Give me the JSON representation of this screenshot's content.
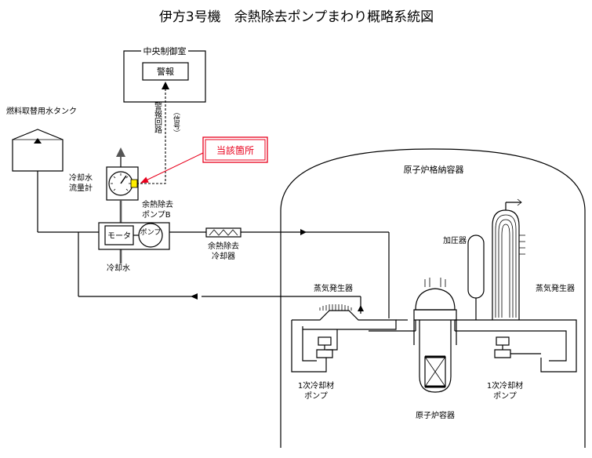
{
  "title": "伊方3号機　余熱除去ポンプまわり概略系統図",
  "labels": {
    "control_room": "中央制御室",
    "alarm": "警報",
    "alarm_circuit": "警報回路",
    "alarm_circuit_note": "（信号）",
    "affected_location": "当該箇所",
    "fuel_tank": "燃料取替用水タンク",
    "cooling_flowmeter_line1": "冷却水",
    "cooling_flowmeter_line2": "流量計",
    "rhr_pump_line1": "余熱除去",
    "rhr_pump_line2": "ポンプB",
    "motor": "モータ",
    "pump": "ポンプ",
    "cooling_water": "冷却水",
    "rhr_cooler_line1": "余熱除去",
    "rhr_cooler_line2": "冷却器",
    "containment": "原子炉格納容器",
    "pressurizer": "加圧器",
    "steam_generator_left": "蒸気発生器",
    "steam_generator_right": "蒸気発生器",
    "coolant_pump_left_line1": "1次冷却材",
    "coolant_pump_left_line2": "ポンプ",
    "coolant_pump_right_line1": "1次冷却材",
    "coolant_pump_right_line2": "ポンプ",
    "reactor_vessel": "原子炉容器"
  },
  "colors": {
    "highlight_red": "#e8001c",
    "sensor_yellow": "#ffee00",
    "line": "#000000"
  }
}
